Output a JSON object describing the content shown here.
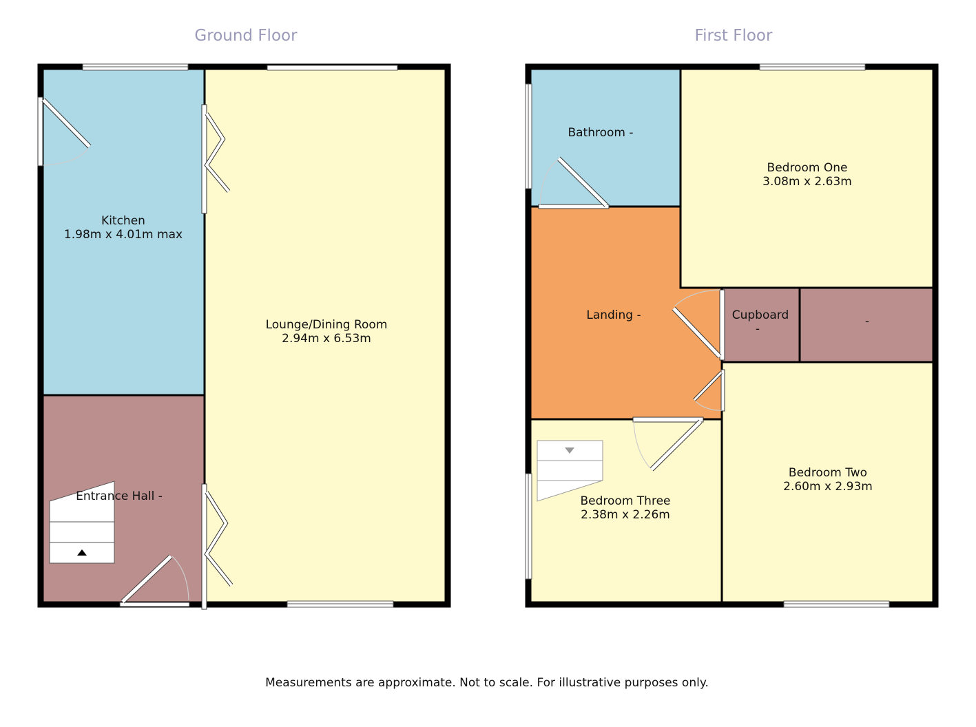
{
  "colors": {
    "blue": "#ADD8E6",
    "yellow": "#FFFACD",
    "mauve": "#BC8F8F",
    "orange": "#F4A460",
    "title": "#9A9AB8"
  },
  "ground_floor": {
    "title": "Ground Floor",
    "rooms": [
      {
        "name": "Kitchen",
        "size": "1.98m x 4.01m max"
      },
      {
        "name": "Lounge/Dining Room",
        "size": "2.94m x 6.53m"
      },
      {
        "name": "Entrance Hall -",
        "size": ""
      }
    ]
  },
  "first_floor": {
    "title": "First Floor",
    "rooms": [
      {
        "name": "Bathroom -",
        "size": ""
      },
      {
        "name": "Bedroom One",
        "size": "3.08m x 2.63m"
      },
      {
        "name": "Landing -",
        "size": ""
      },
      {
        "name": "Cupboard",
        "size": "-"
      },
      {
        "name": "-",
        "size": ""
      },
      {
        "name": "Bedroom Two",
        "size": "2.60m x 2.93m"
      },
      {
        "name": "Bedroom Three",
        "size": "2.38m x 2.26m"
      }
    ]
  },
  "footer": "Measurements are approximate. Not to scale. For illustrative purposes only."
}
